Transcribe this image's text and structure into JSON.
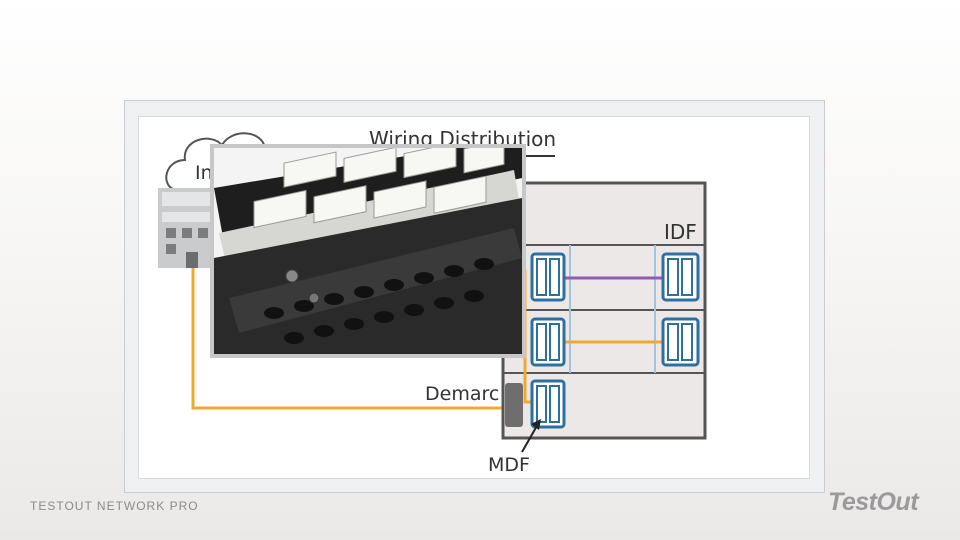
{
  "diagram": {
    "title": "Wiring Distribution",
    "internet_label": "In",
    "idf_label": "IDF",
    "demarc_label": "Demarc",
    "mdf_label": "MDF",
    "colors": {
      "orange_cable": "#f0a830",
      "purple_cable": "#8e5bb5",
      "jack_blue": "#2f6fa0",
      "rack_frame": "#555555"
    }
  },
  "inset": {
    "icon": "punch-down-block-photo"
  },
  "footer": {
    "text": "TESTOUT NETWORK PRO"
  },
  "brand": {
    "logo_text": "TestOut"
  }
}
